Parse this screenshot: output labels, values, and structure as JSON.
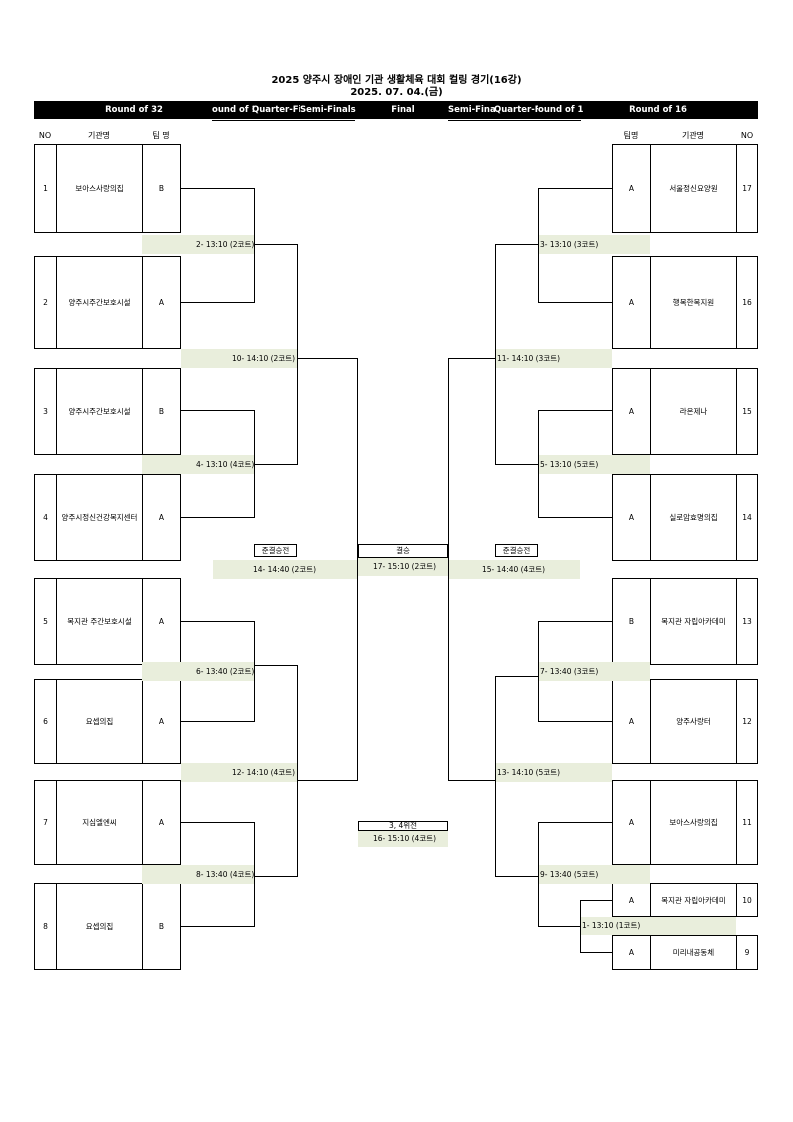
{
  "title": "2025 양주시 장애인 기관 생활체육 대회 컬링 경기(16강)",
  "date": "2025. 07. 04.(금)",
  "header": {
    "round_of_32": "Round of 32",
    "round_of_16_left": "ound of 1",
    "quarter_left": "Quarter-Fina",
    "semi_left": "Semi-Finals",
    "final": "Final",
    "semi_right": "Semi-Finals",
    "quarter_right": "Quarter-Fina",
    "round_of_16_clip": "ound of 1",
    "round_of_16": "Round of 16"
  },
  "columns": {
    "no": "NO",
    "org": "기관명",
    "team_left": "팀 명",
    "team_right": "팀명"
  },
  "left_teams": [
    {
      "no": "1",
      "org": "보아스사랑의집",
      "team": "B"
    },
    {
      "no": "2",
      "org": "양주시주간보호시설",
      "team": "A"
    },
    {
      "no": "3",
      "org": "양주시주간보호시설",
      "team": "B"
    },
    {
      "no": "4",
      "org": "양주시정신건강복지센터",
      "team": "A"
    },
    {
      "no": "5",
      "org": "복지관 주간보호시설",
      "team": "A"
    },
    {
      "no": "6",
      "org": "요셉의집",
      "team": "A"
    },
    {
      "no": "7",
      "org": "지심엘엔씨",
      "team": "A"
    },
    {
      "no": "8",
      "org": "요셉의집",
      "team": "B"
    }
  ],
  "right_teams": [
    {
      "no": "17",
      "org": "서울정신요양원",
      "team": "A"
    },
    {
      "no": "16",
      "org": "행복한복지원",
      "team": "A"
    },
    {
      "no": "15",
      "org": "라온제나",
      "team": "A"
    },
    {
      "no": "14",
      "org": "실로암효명의집",
      "team": "A"
    },
    {
      "no": "13",
      "org": "복지관 자립아카데미",
      "team": "B"
    },
    {
      "no": "12",
      "org": "양주사랑터",
      "team": "A"
    },
    {
      "no": "11",
      "org": "보아스사랑의집",
      "team": "A"
    },
    {
      "no": "10",
      "org": "복지관 자립아카데미",
      "team": "A"
    },
    {
      "no": "9",
      "org": "미리내공동체",
      "team": "A"
    }
  ],
  "matches": {
    "m1": "1- 13:10 (1코트)",
    "m2": "2- 13:10 (2코트)",
    "m3": "3- 13:10 (3코트)",
    "m4": "4- 13:10 (4코트)",
    "m5": "5- 13:10 (5코트)",
    "m6": "6- 13:40 (2코트)",
    "m7": "7- 13:40 (3코트)",
    "m8": "8- 13:40 (4코트)",
    "m9": "9- 13:40 (5코트)",
    "m10": "10- 14:10 (2코트)",
    "m11": "11- 14:10 (3코트)",
    "m12": "12- 14:10 (4코트)",
    "m13": "13- 14:10 (5코트)",
    "m14": "14- 14:40 (2코트)",
    "m15": "15- 14:40 (4코트)",
    "m16": "16- 15:10 (4코트)",
    "m17": "17- 15:10 (2코트)"
  },
  "labels": {
    "semi_left": "준결승전",
    "final": "결승",
    "semi_right": "준결승전",
    "third_place": "3, 4위전"
  }
}
